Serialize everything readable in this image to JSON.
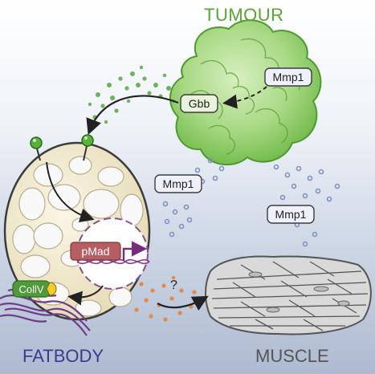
{
  "titles": {
    "tumour": "TUMOUR",
    "fatbody": "FATBODY",
    "muscle": "MUSCLE"
  },
  "labels": {
    "mmp1_tumour": "Mmp1",
    "gbb": "Gbb",
    "mmp1_left": "Mmp1",
    "mmp1_right": "Mmp1",
    "pmad": "pMad",
    "colliv": "CollV",
    "question": "?"
  },
  "colors": {
    "tumour": "#59a52f",
    "fatbody_title": "#3e3a8c",
    "muscle_title": "#555555",
    "gbb_dots": "#6db35b",
    "mmp1_dots": "#7f93c2",
    "unknown_dots": "#e08a4c",
    "pmad_box": "#b65e62",
    "colliv_box": "#4f9a3a",
    "receptor_ball": "#59b33b",
    "fatbody_fill": "#efe6c8"
  },
  "icons": [
    "receptor-icon",
    "nucleus-icon",
    "gene-arrow-icon",
    "collagen-fibre-icon"
  ]
}
